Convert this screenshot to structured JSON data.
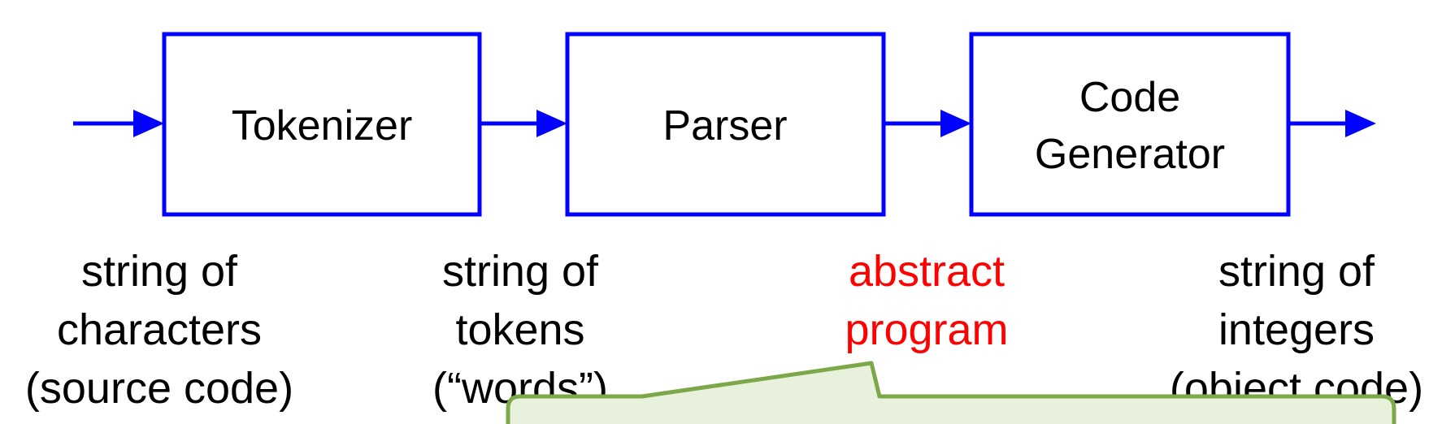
{
  "stages": [
    {
      "label_lines": [
        "Tokenizer"
      ]
    },
    {
      "label_lines": [
        "Parser"
      ]
    },
    {
      "label_lines": [
        "Code",
        "Generator"
      ]
    }
  ],
  "data_labels": [
    {
      "lines": [
        "string of",
        "characters",
        "(source code)"
      ],
      "color": "#000000"
    },
    {
      "lines": [
        "string of",
        "tokens",
        "(“words”)"
      ],
      "color": "#000000"
    },
    {
      "lines": [
        "abstract",
        "program"
      ],
      "color": "#ff0000"
    },
    {
      "lines": [
        "string of",
        "integers",
        "(object code)"
      ],
      "color": "#000000"
    }
  ],
  "colors": {
    "box_stroke": "#0000ff",
    "arrow": "#0000ff",
    "highlight": "#ff0000",
    "callout_fill": "#e8f1dc",
    "callout_stroke": "#7ca84a"
  }
}
